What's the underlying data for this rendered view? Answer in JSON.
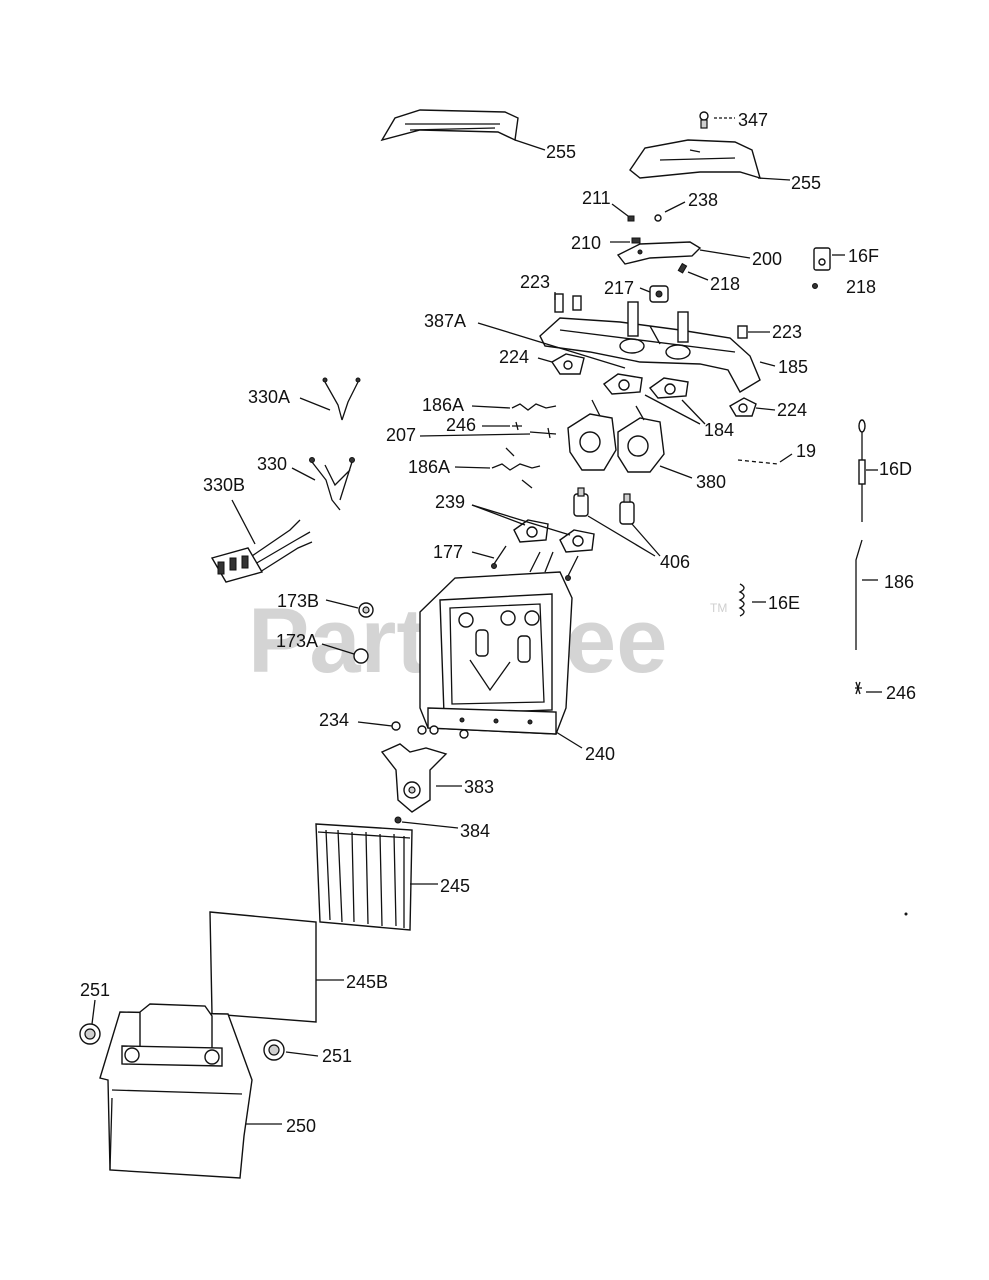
{
  "watermark": {
    "brand": "PartsTree",
    "tm": "TM"
  },
  "labels": {
    "l347": "347",
    "l255a": "255",
    "l255b": "255",
    "l211": "211",
    "l238": "238",
    "l210": "210",
    "l200": "200",
    "l16f": "16F",
    "l223a": "223",
    "l217": "217",
    "l218a": "218",
    "l218b": "218",
    "l387a": "387A",
    "l223b": "223",
    "l224a": "224",
    "l185": "185",
    "l330a": "330A",
    "l186a1": "186A",
    "l246a": "246",
    "l224b": "224",
    "l184": "184",
    "l207": "207",
    "l19": "19",
    "l16d": "16D",
    "l330": "330",
    "l186a2": "186A",
    "l380": "380",
    "l330b": "330B",
    "l239": "239",
    "l406": "406",
    "l177": "177",
    "l186": "186",
    "l173b": "173B",
    "l16e": "16E",
    "l173a": "173A",
    "l246b": "246",
    "l234": "234",
    "l240": "240",
    "l383": "383",
    "l384": "384",
    "l245": "245",
    "l245b": "245B",
    "l251a": "251",
    "l251b": "251",
    "l250": "250"
  }
}
